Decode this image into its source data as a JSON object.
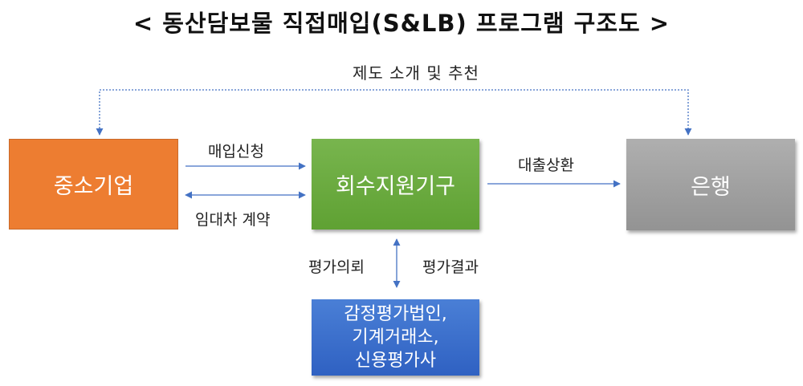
{
  "title": "< 동산담보물 직접매입(S&LB) 프로그램 구조도 >",
  "nodes": {
    "sme": {
      "label": "중소기업",
      "color": "#ed7d31"
    },
    "agency": {
      "label": "회수지원기구",
      "color": "#6aab3f"
    },
    "bank": {
      "label": "은행",
      "color": "#a0a0a0"
    },
    "appraisers": {
      "lines": [
        "감정평가법인,",
        "기계거래소,",
        "신용평가사"
      ],
      "color": "#3b6fcc"
    }
  },
  "edges": {
    "introduce": {
      "label": "제도 소개 및 추천",
      "from": "bank",
      "to": "sme",
      "style": "dotted"
    },
    "purchase_request": {
      "label": "매입신청",
      "from": "sme",
      "to": "agency"
    },
    "lease_contract": {
      "label": "임대차 계약",
      "from": "sme",
      "to": "agency",
      "bidirectional": true
    },
    "loan_repay": {
      "label": "대출상환",
      "from": "agency",
      "to": "bank"
    },
    "eval_request": {
      "label": "평가의뢰",
      "from": "agency",
      "to": "appraisers"
    },
    "eval_result": {
      "label": "평가결과",
      "from": "appraisers",
      "to": "agency"
    }
  },
  "colors": {
    "arrow": "#4472c4"
  }
}
